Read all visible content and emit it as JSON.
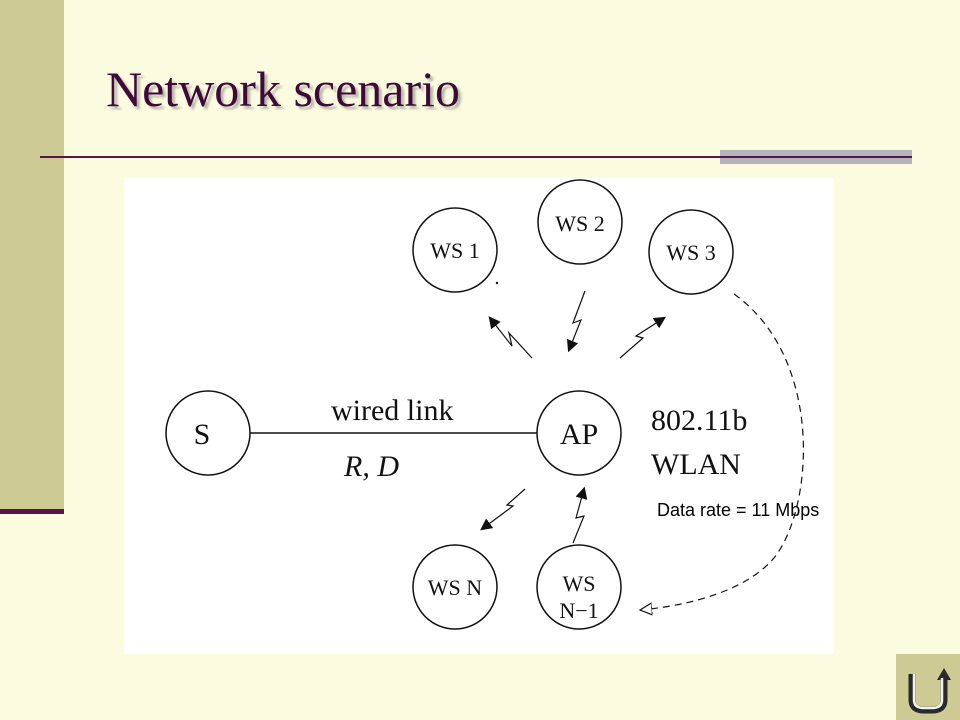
{
  "slide": {
    "title": "Network scenario"
  },
  "diagram": {
    "nodes": {
      "ws1": "WS 1",
      "ws2": "WS 2",
      "ws3": "WS 3",
      "s": "S",
      "ap": "AP",
      "wsn": "WS N",
      "wsn1_line1": "WS",
      "wsn1_line2": "N−1"
    },
    "link_label": "wired link",
    "link_params": "R, D",
    "standard": "802.11b",
    "network": "WLAN"
  },
  "caption": "Data rate = 11 Mbps",
  "nav": {
    "icon": "return-arrow-icon"
  },
  "colors": {
    "background": "#fbfbe0",
    "sidebar": "#cdcb93",
    "title": "#3e0a3a",
    "rule": "#5a1548"
  }
}
